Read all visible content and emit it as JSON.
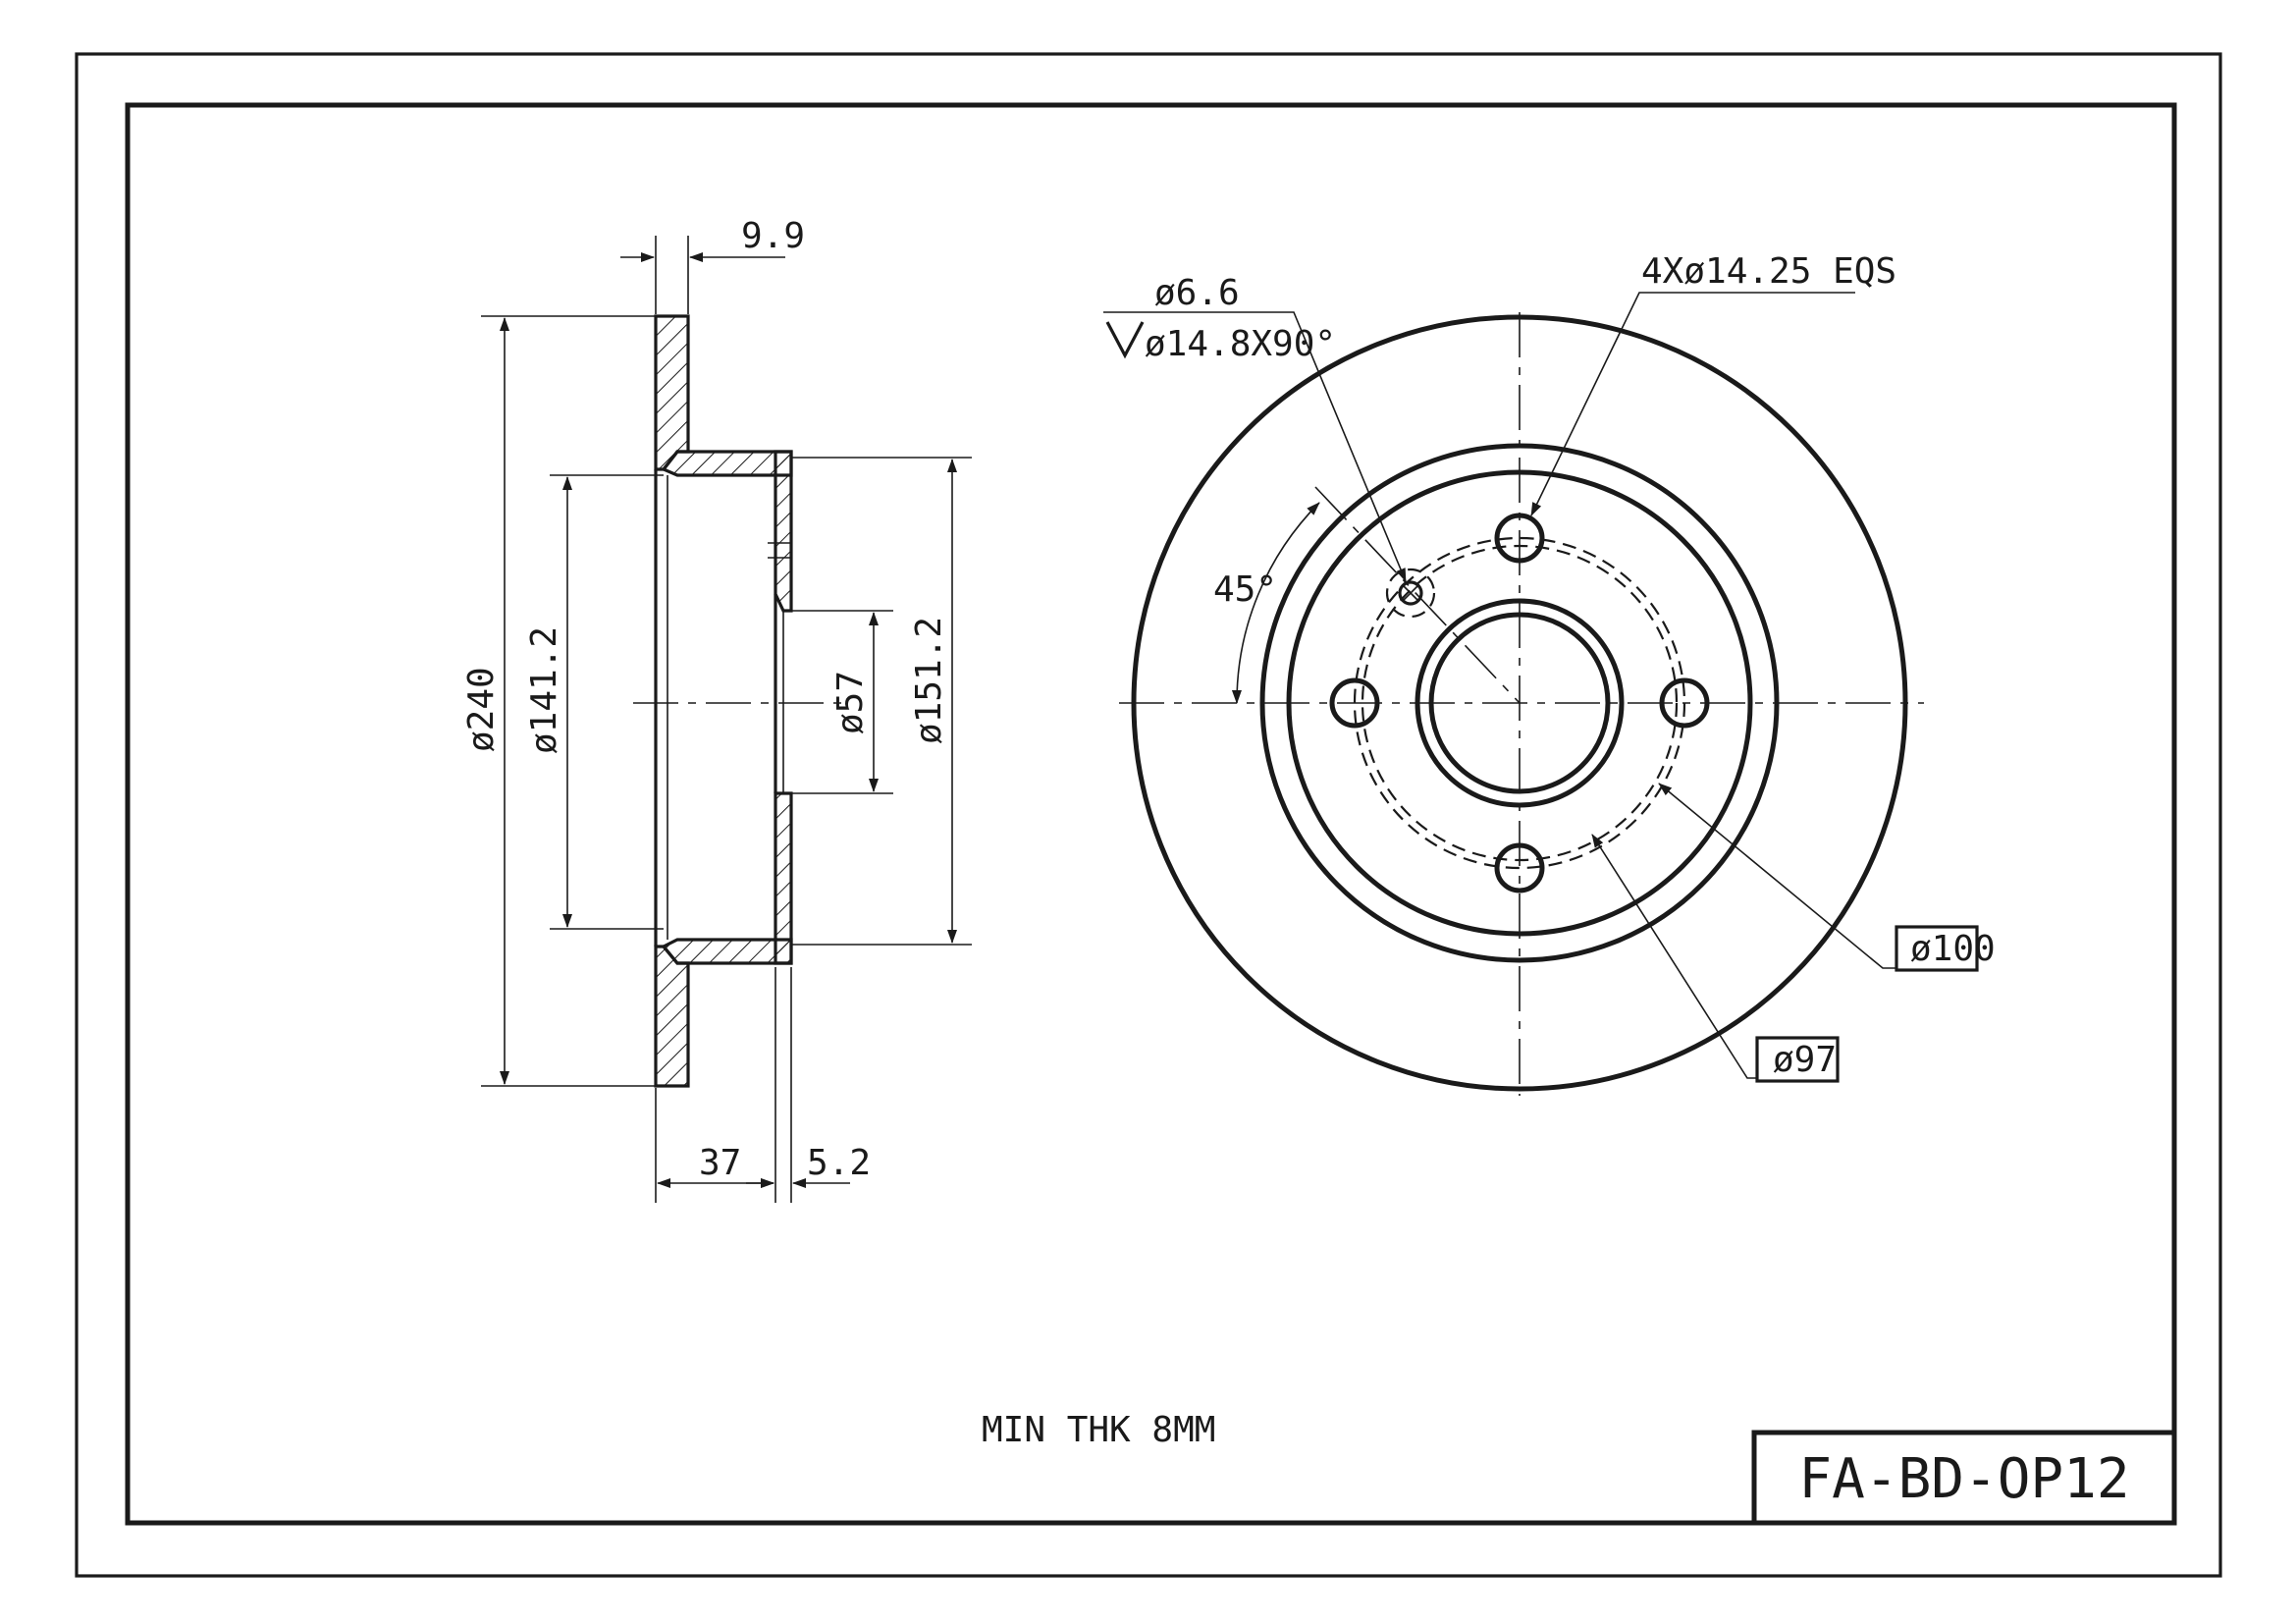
{
  "dimensions": {
    "flange_thickness": "9.9",
    "outer_diameter": "ø240",
    "bore_inner_diameter": "ø141.2",
    "center_bore": "ø57",
    "hat_diameter": "ø151.2",
    "hat_height": "37",
    "hat_wall": "5.2",
    "small_hole": "ø6.6",
    "countersink": "ø14.8X90°",
    "angle": "45°",
    "bolt_holes": "4Xø14.25 EQS",
    "bolt_circle": "ø100",
    "inner_circle": "ø97"
  },
  "notes": {
    "min_thickness": "MIN THK 8MM"
  },
  "title_block": {
    "part_number": "FA-BD-OP12"
  }
}
